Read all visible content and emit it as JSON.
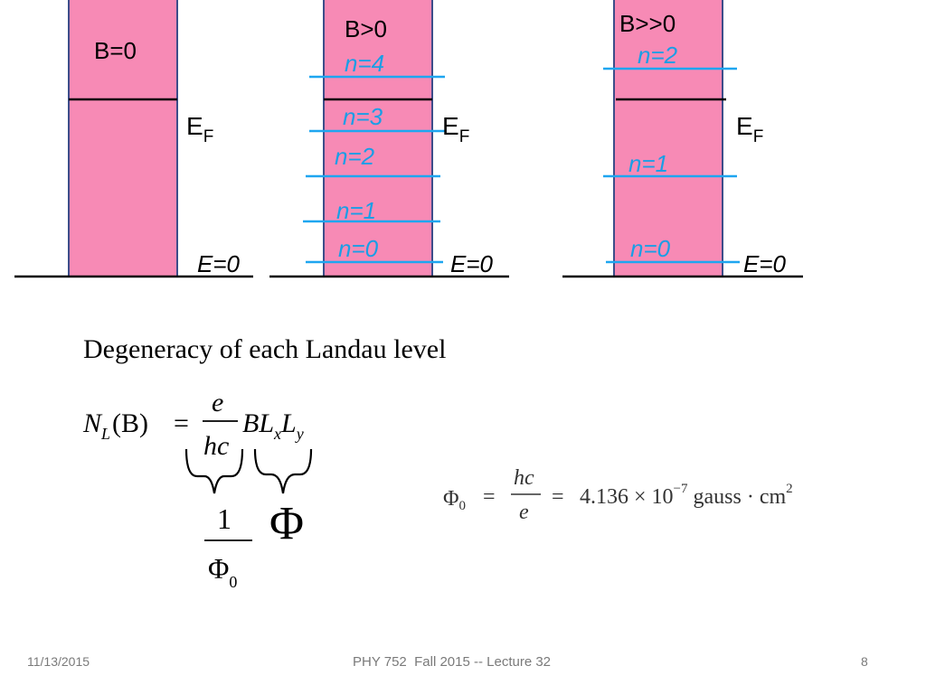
{
  "colors": {
    "band_fill": "#f78ab5",
    "band_border": "#3d4d8a",
    "landau_line": "#1ea6f0",
    "landau_label": "#1a9ee6",
    "text": "#000000",
    "footer_text": "#7a7a7a"
  },
  "panels": [
    {
      "field_label": "B=0",
      "fermi_label": "E",
      "fermi_subscript": "F",
      "zero_label": "E=0",
      "levels": []
    },
    {
      "field_label": "B>0",
      "fermi_label": "E",
      "fermi_subscript": "F",
      "zero_label": "E=0",
      "levels": [
        "n=0",
        "n=1",
        "n=2",
        "n=3",
        "n=4"
      ]
    },
    {
      "field_label": "B>>0",
      "fermi_label": "E",
      "fermi_subscript": "F",
      "zero_label": "E=0",
      "levels": [
        "n=0",
        "n=1",
        "n=2"
      ]
    }
  ],
  "heading": "Degeneracy of each Landau level",
  "equation": {
    "lhs_N": "N",
    "lhs_sub": "L",
    "lhs_arg": "(B)",
    "equals": "=",
    "frac_num": "e",
    "frac_den": "hc",
    "B": "BL",
    "Lx_sub": "x",
    "L": "L",
    "Ly_sub": "y",
    "under_num": "1",
    "under_den": "Φ",
    "under_den_sub": "0",
    "phi": "Φ"
  },
  "flux_quantum": {
    "symbol": "Φ",
    "symbol_sub": "0",
    "equals1": "=",
    "num": "hc",
    "den": "e",
    "equals2": "=",
    "value": "4.136 × 10",
    "exponent": "−7",
    "units": "gauss · cm",
    "units_exp": "2"
  },
  "footer": {
    "date": "11/13/2015",
    "title": "PHY 752  Fall 2015 -- Lecture 32",
    "page": "8"
  }
}
